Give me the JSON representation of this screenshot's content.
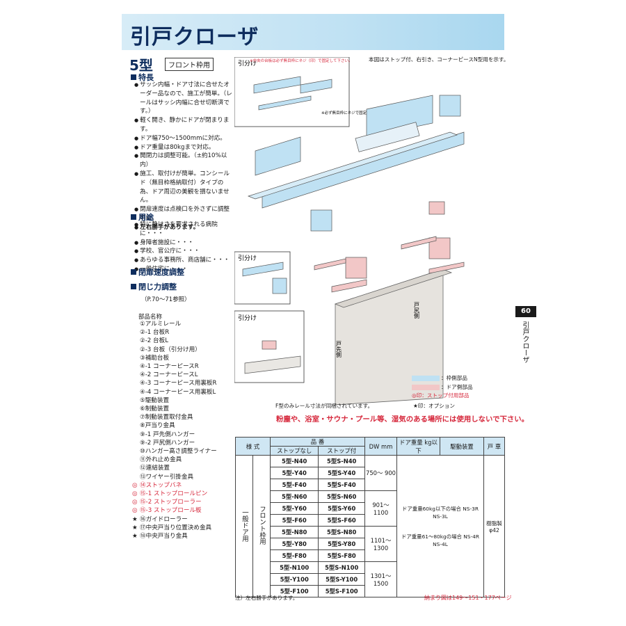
{
  "title": "引戸クローザ",
  "model": {
    "name": "5型",
    "tag": "フロント枠用"
  },
  "top_note": "本図はストップ付、右引き、コーナーピースN型用を示す。",
  "features": {
    "heading": "特長",
    "items": [
      "サッシ内幅・ドア寸法に合せたオーダー品なので、施工が簡単。（レールはサッシ内幅に合せ切断済です。）",
      "軽く開き、静かにドアが閉まります。",
      "ドア幅750～1500mmに対応。",
      "ドア重量は80kgまで対応。",
      "開閉力は調整可能。（±約10%以内）",
      "施工、取付けが簡単。コンシールド（無目枠格納取付）タイプの為、ドア周辺の美観を損ないません。",
      "閉扉速度は点検口を外さずに調整可能。",
      "左右勝手があります。"
    ]
  },
  "uses": {
    "heading": "用途",
    "items": [
      "特に静けさを要求される病院に・・・",
      "身障者施設に・・・",
      "学校、官公庁に・・・",
      "あらゆる事務所、商店舗に・・・",
      "一般住宅に・・・"
    ]
  },
  "speed_heading": "閉扉速度調整",
  "force_heading": "閉じ力調整",
  "ref": "（P.70～71参照）",
  "parts": {
    "title": "部品名称",
    "items": [
      {
        "mark": "",
        "label": "①アルミレール",
        "red": false
      },
      {
        "mark": "",
        "label": "②-1 台板R",
        "red": false
      },
      {
        "mark": "",
        "label": "②-2 台板L",
        "red": false
      },
      {
        "mark": "",
        "label": "②-3 台板（引分け用）",
        "red": false
      },
      {
        "mark": "",
        "label": "③補助台板",
        "red": false
      },
      {
        "mark": "",
        "label": "④-1 コーナーピースR",
        "red": false
      },
      {
        "mark": "",
        "label": "④-2 コーナーピースL",
        "red": false
      },
      {
        "mark": "",
        "label": "④-3 コーナーピース用裏板R",
        "red": false
      },
      {
        "mark": "",
        "label": "④-4 コーナーピース用裏板L",
        "red": false
      },
      {
        "mark": "",
        "label": "⑤駆動装置",
        "red": false
      },
      {
        "mark": "",
        "label": "⑥制動装置",
        "red": false
      },
      {
        "mark": "",
        "label": "⑦制動装置取付金具",
        "red": false
      },
      {
        "mark": "",
        "label": "⑧戸当り金具",
        "red": false
      },
      {
        "mark": "",
        "label": "⑨-1 戸先側ハンガー",
        "red": false
      },
      {
        "mark": "",
        "label": "⑨-2 戸尻側ハンガー",
        "red": false
      },
      {
        "mark": "",
        "label": "⑩ハンガー高さ調整ライナー",
        "red": false
      },
      {
        "mark": "",
        "label": "⑪外れ止め金具",
        "red": false
      },
      {
        "mark": "",
        "label": "⑫連結装置",
        "red": false
      },
      {
        "mark": "",
        "label": "⑬ワイヤー引掛金具",
        "red": false
      },
      {
        "mark": "◎",
        "label": "⑭ストップバネ",
        "red": true
      },
      {
        "mark": "◎",
        "label": "⑮-1 ストップロールピン",
        "red": true
      },
      {
        "mark": "◎",
        "label": "⑮-2 ストップローラー",
        "red": true
      },
      {
        "mark": "◎",
        "label": "⑮-3 ストップロール板",
        "red": true
      },
      {
        "mark": "★",
        "label": "⑯ガイドローラー",
        "red": false
      },
      {
        "mark": "★",
        "label": "⑰中央戸当り位置決め金具",
        "red": false
      },
      {
        "mark": "★",
        "label": "⑱中央戸当り金具",
        "red": false
      }
    ]
  },
  "diagram": {
    "callout_red": "※中央の台板は必ず無目枠にネジ（印）で固定して下さい。",
    "callout_small": "※必ず無目枠にネジで固定して下さい。",
    "hikiwake": "引分け",
    "door_end": "戸尻側",
    "door_front": "戸先側"
  },
  "legend": {
    "frame_parts": "：枠側部品",
    "door_parts": "：ドア側部品",
    "stop_parts": "◎印：ストップ付用部品",
    "option": "★印：オプション",
    "frame_color": "#bfe1f3",
    "door_color": "#f2c7c7"
  },
  "bottom_note": "F型のみレール寸法が同梱されています。",
  "warning": "粉塵や、浴室・サウナ・プール等、湿気のある場所には使用しないで下さい。",
  "table": {
    "h_style": "様 式",
    "h_part": "品 番",
    "h_nostop": "ストップなし",
    "h_stop": "ストップ付",
    "h_dw": "DW mm",
    "h_weight": "ドア重量 kg以下",
    "h_drive": "駆動装置",
    "h_wheel": "戸 車",
    "style1": "一般ドア用",
    "style2": "フロント枠用",
    "rows": [
      [
        "5型-N40",
        "5型S-N40"
      ],
      [
        "5型-Y40",
        "5型S-Y40"
      ],
      [
        "5型-F40",
        "5型S-F40"
      ],
      [
        "5型-N60",
        "5型S-N60"
      ],
      [
        "5型-Y60",
        "5型S-Y60"
      ],
      [
        "5型-F60",
        "5型S-F60"
      ],
      [
        "5型-N80",
        "5型S-N80"
      ],
      [
        "5型-Y80",
        "5型S-Y80"
      ],
      [
        "5型-F80",
        "5型S-F80"
      ],
      [
        "5型-N100",
        "5型S-N100"
      ],
      [
        "5型-Y100",
        "5型S-Y100"
      ],
      [
        "5型-F100",
        "5型S-F100"
      ]
    ],
    "dw": [
      "750～ 900",
      "901～1100",
      "1101～1300",
      "1301～1500"
    ],
    "drive_1": "ドア重量60kg以下の場合 NS-3R NS-3L",
    "drive_2": "ドア重量61～80kgの場合 NS-4R NS-4L",
    "wheel": "樹脂製 φ42"
  },
  "foot_left": "注）左右勝手があります。",
  "foot_right": "納まり図は149～151・177ページ",
  "page_number": "60",
  "side_label": "引戸クローザ"
}
